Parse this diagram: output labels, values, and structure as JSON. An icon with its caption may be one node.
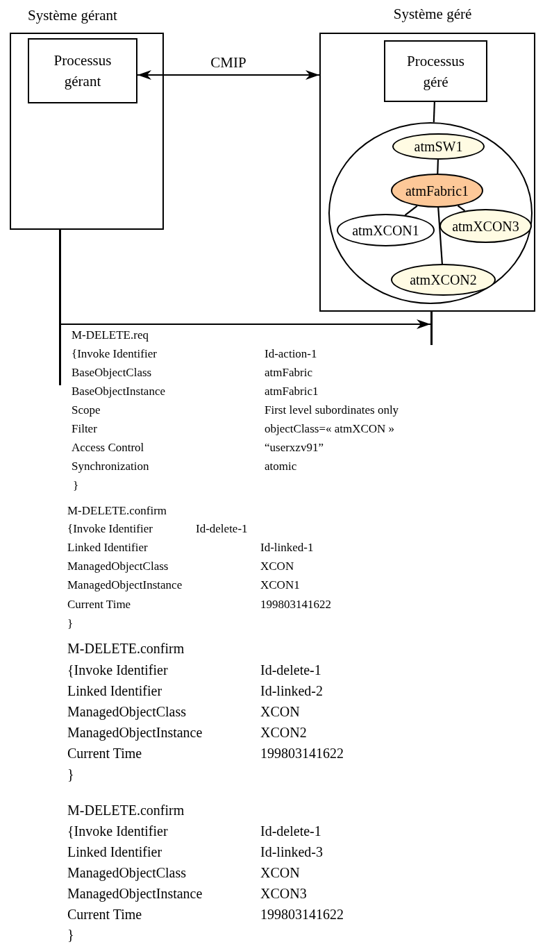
{
  "diagram": {
    "nodes": [
      {
        "text": [
          "Système gérant"
        ]
      },
      {
        "text": [
          "Processus gérant"
        ],
        "in": 0
      },
      {
        "text": [
          "Système géré"
        ]
      },
      {
        "text": [
          "Processus géré"
        ],
        "in": 2
      },
      {
        "text": [],
        "shape": "circle",
        "in": 2
      },
      {
        "text": [
          "atmSW1"
        ],
        "in": 4
      },
      {
        "text": [
          "atmFabric1"
        ],
        "in": 4
      },
      {
        "text": [
          "atmXCON1"
        ],
        "in": 4
      },
      {
        "text": [
          "atmXCON3"
        ],
        "in": 4
      },
      {
        "text": [
          "atmXCON2"
        ],
        "in": 4
      },
      {
        "text": [],
        "shape": "bar"
      },
      {
        "text": [],
        "shape": "bar"
      }
    ],
    "edges": [
      {
        "from": 1,
        "to": 2,
        "arrow": "both",
        "label": "CMIP"
      },
      {
        "from": 3,
        "to": 4,
        "arrow": "none"
      },
      {
        "from": 5,
        "to": 6,
        "arrow": "none"
      },
      {
        "from": 6,
        "to": 7,
        "arrow": "none"
      },
      {
        "from": 6,
        "to": 8,
        "arrow": "none"
      },
      {
        "from": 6,
        "to": 9,
        "arrow": "none"
      },
      {
        "from": 10,
        "to": 11,
        "arrow": "to"
      }
    ],
    "labels": [
      "M-DELETE.req",
      "{Invoke Identifier",
      "Id-action-1",
      "BaseObjectClass",
      "atmFabric",
      "BaseObjectInstance",
      "atmFabric1",
      "Scope",
      "First level subordinates only",
      "Filter",
      "objectClass=« atmXCON »",
      "Access Control",
      "“userxzv91”",
      "Synchronization",
      "atomic",
      "}",
      "M-DELETE.confirm",
      "{Invoke Identifier",
      "Id-delete-1",
      "Linked Identifier",
      "Id-linked-1",
      "ManagedObjectClass",
      "XCON",
      "ManagedObjectInstance",
      "XCON1",
      "Current Time",
      "199803141622",
      "}",
      "M-DELETE.confirm",
      "{Invoke Identifier",
      "Id-delete-1",
      "Linked Identifier",
      "Id-linked-2",
      "ManagedObjectClass",
      "XCON",
      "ManagedObjectInstance",
      "XCON2",
      "Current Time",
      "199803141622",
      "}",
      "M-DELETE.confirm",
      "{Invoke Identifier",
      "Id-delete-1",
      "Linked Identifier",
      "Id-linked-3",
      "ManagedObjectClass",
      "XCON",
      "ManagedObjectInstance",
      "XCON3",
      "Current Time",
      "199803141622",
      "}"
    ]
  }
}
